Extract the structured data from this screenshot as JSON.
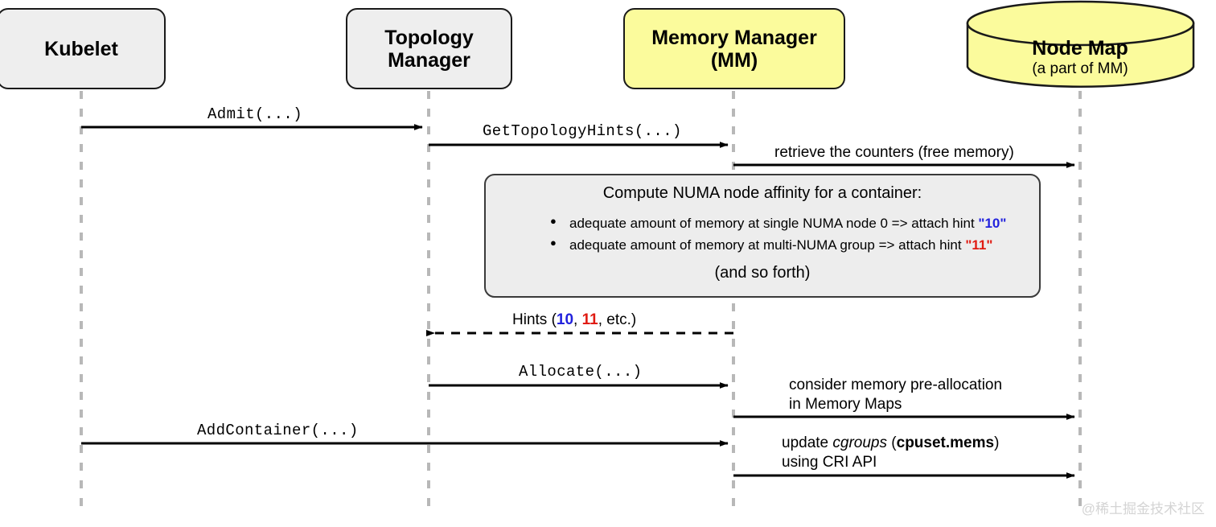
{
  "participants": [
    {
      "name": "kubelet",
      "title": "Kubelet",
      "subtitle": "",
      "shape": "box",
      "fill": "#eeeeee"
    },
    {
      "name": "topology",
      "title": "Topology",
      "subtitle": "Manager",
      "shape": "box",
      "fill": "#eeeeee"
    },
    {
      "name": "memmgr",
      "title": "Memory Manager",
      "subtitle": "(MM)",
      "shape": "box",
      "fill": "#fbfb9c"
    },
    {
      "name": "nodemap",
      "title": "Node Map",
      "subtitle": "(a part of MM)",
      "shape": "cylinder",
      "fill": "#fbfb9c"
    }
  ],
  "messages": [
    {
      "label": "Admit(...)",
      "from": "kubelet",
      "to": "topology",
      "style": "solid",
      "font": "mono"
    },
    {
      "label": "GetTopologyHints(...)",
      "from": "topology",
      "to": "memmgr",
      "style": "solid",
      "font": "mono"
    },
    {
      "label": "retrieve the counters (free memory)",
      "from": "memmgr",
      "to": "nodemap",
      "style": "solid",
      "font": "sans"
    },
    {
      "label": "Hints (10, 11, etc.)",
      "from": "memmgr",
      "to": "topology",
      "style": "dashed",
      "font": "sans"
    },
    {
      "label": "Allocate(...)",
      "from": "topology",
      "to": "memmgr",
      "style": "solid",
      "font": "mono"
    },
    {
      "label": "consider memory pre-allocation in Memory Maps",
      "from": "memmgr",
      "to": "nodemap",
      "style": "solid",
      "font": "sans"
    },
    {
      "label": "AddContainer(...)",
      "from": "kubelet",
      "to": "memmgr",
      "style": "solid",
      "font": "mono"
    },
    {
      "label": "update cgroups  (cpuset.mems) using CRI API",
      "from": "memmgr",
      "to": "nodemap",
      "style": "solid",
      "font": "sans"
    }
  ],
  "note": {
    "title": "Compute NUMA node affinity for a container:",
    "bullets": [
      {
        "text_before": "adequate amount of memory at single NUMA node 0 => attach hint ",
        "hint": "\"10\"",
        "hint_color": "#2222dd"
      },
      {
        "text_before": "adequate amount of memory at multi-NUMA group => attach hint ",
        "hint": "\"11\"",
        "hint_color": "#e01b12"
      }
    ],
    "footer": "(and so forth)"
  },
  "labels": {
    "admit": "Admit(...)",
    "get_topology_hints": "GetTopologyHints(...)",
    "retrieve_counters": "retrieve the counters (free memory)",
    "hints_prefix": "Hints (",
    "hints_10": "10",
    "hints_sep": ", ",
    "hints_11": "11",
    "hints_suffix": ", etc.)",
    "allocate": "Allocate(...)",
    "consider_line1": "consider memory pre-allocation",
    "consider_line2": "in Memory Maps",
    "add_container": "AddContainer(...)",
    "update_pre": "update ",
    "update_italic": "cgroups",
    "update_mid": "  (",
    "update_bold": "cpuset.mems",
    "update_post": ")",
    "update_line2": "using CRI API"
  },
  "watermark": "@稀土掘金技术社区",
  "colors": {
    "lifeline": "#b8b8b8",
    "arrow": "#000000",
    "note_fill": "#ededed",
    "note_border": "#3a3a3a",
    "box_gray": "#eeeeee",
    "box_yellow": "#fbfb9c",
    "hint_blue": "#2222dd",
    "hint_red": "#e01b12",
    "watermark": "#d4d4d4"
  }
}
